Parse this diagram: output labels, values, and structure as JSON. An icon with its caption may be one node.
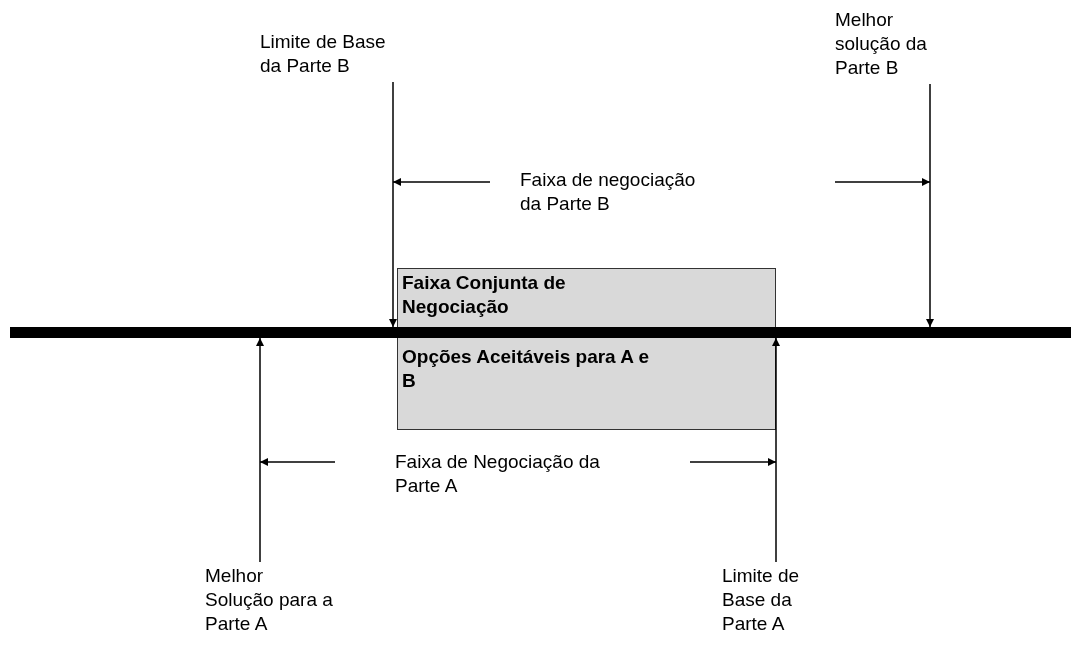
{
  "diagram": {
    "nodes": [
      {
        "text": [
          "Limite de Base da Parte B"
        ]
      },
      {
        "text": [
          "Melhor solução da Parte B"
        ]
      },
      {
        "text": [],
        "shape": "bar"
      },
      {
        "text": [
          "Faixa Conjunta de Negociação",
          "Opções Aceitáveis para A e B"
        ]
      },
      {
        "text": [
          "Melhor Solução para a Parte A"
        ]
      },
      {
        "text": [
          "Limite de Base da Parte A"
        ]
      }
    ],
    "edges": [
      {
        "from": 0,
        "to": 2,
        "arrow": "to"
      },
      {
        "from": 1,
        "to": 2,
        "arrow": "to"
      },
      {
        "from": 4,
        "to": 2,
        "arrow": "to"
      },
      {
        "from": 5,
        "to": 2,
        "arrow": "to"
      }
    ],
    "labels": [
      "Faixa de negociação da Parte B",
      "Faixa de Negociação da Parte A"
    ]
  }
}
